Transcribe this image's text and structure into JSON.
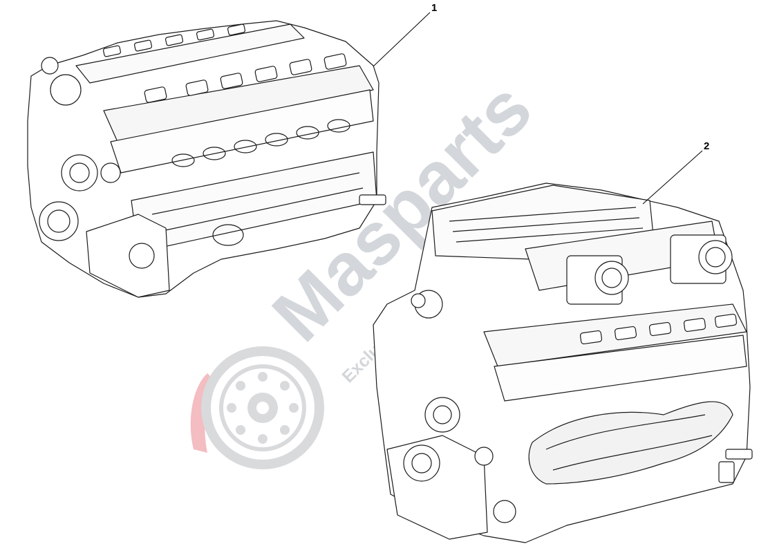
{
  "callouts": [
    {
      "number": "1"
    },
    {
      "number": "2"
    }
  ],
  "watermark": {
    "brand": "Masparts",
    "tagline": "Exclusive Car Parts Specialist",
    "colors": {
      "text": "#cfd2d6",
      "accent": "#f2b6bc",
      "disc": "#d4d6d9"
    }
  },
  "diagram": {
    "line_color": "#1a1a1a",
    "items": [
      {
        "callout": "1",
        "icon": "engine-block-icon"
      },
      {
        "callout": "2",
        "icon": "engine-with-intake-icon"
      }
    ]
  }
}
